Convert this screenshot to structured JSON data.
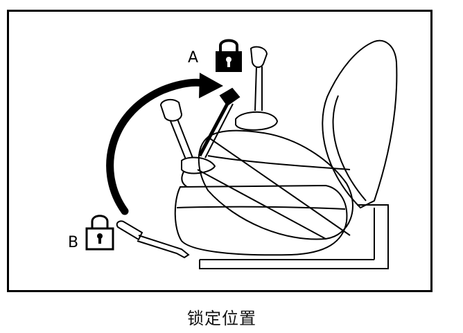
{
  "figure": {
    "label_a": "A",
    "label_b": "B",
    "icon_a": "padlock-locked-icon",
    "icon_b": "padlock-unlocked-icon"
  },
  "caption": "锁定位置"
}
